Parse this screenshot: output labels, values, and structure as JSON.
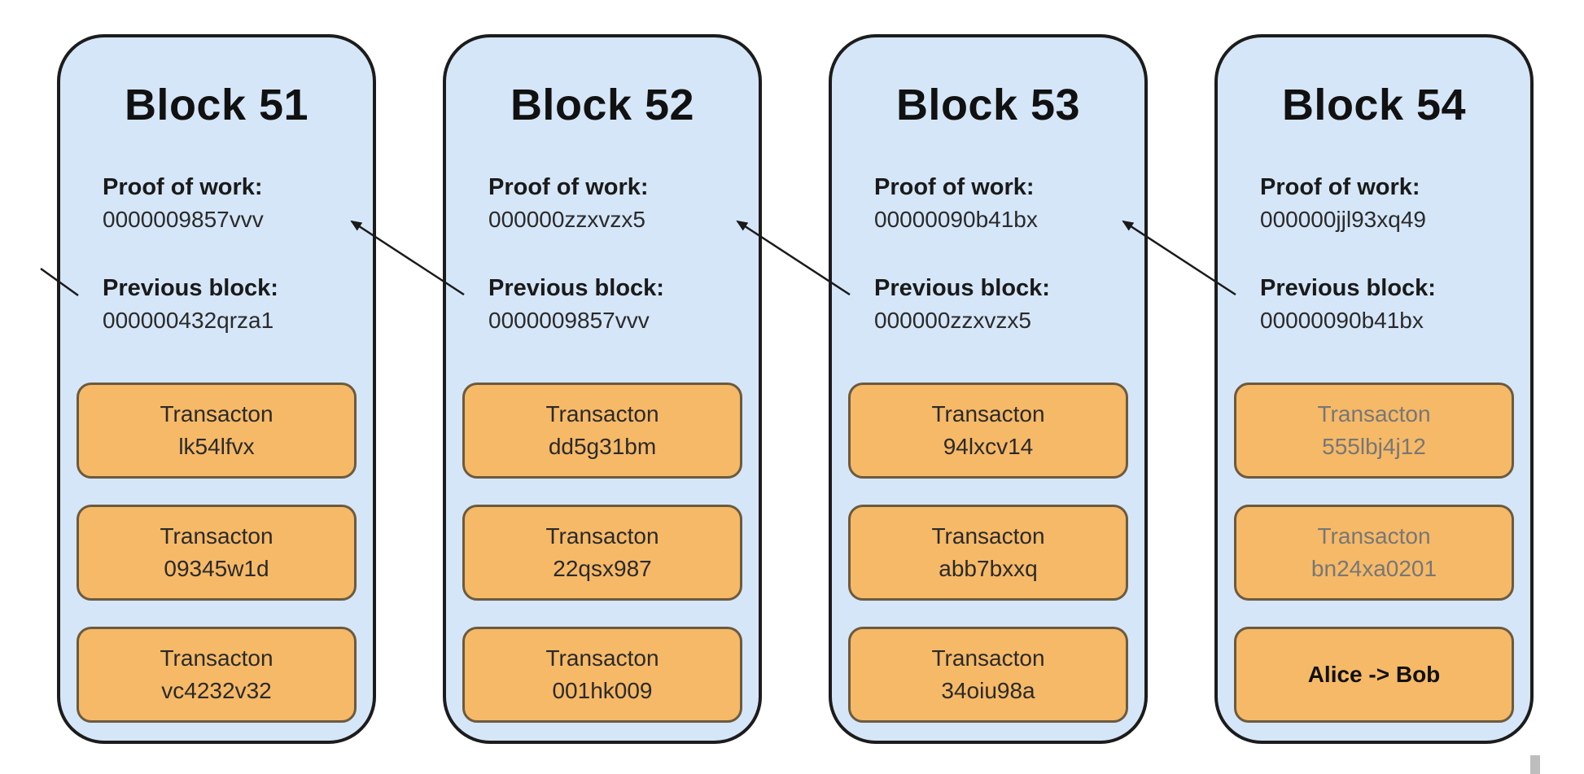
{
  "labels": {
    "pow": "Proof of work:",
    "prev": "Previous block:",
    "tx": "Transacton"
  },
  "colors": {
    "block_fill": "#d5e6f8",
    "block_border": "#1c1c1c",
    "transaction_fill": "#f6b967",
    "transaction_border": "#6b5a3f"
  },
  "blocks": [
    {
      "title": "Block 51",
      "pow": "0000009857vvv",
      "prev": "000000432qrza1",
      "transactions": [
        "lk54lfvx",
        "09345w1d",
        "vc4232v32"
      ]
    },
    {
      "title": "Block 52",
      "pow": "000000zzxvzx5",
      "prev": "0000009857vvv",
      "transactions": [
        "dd5g31bm",
        "22qsx987",
        "001hk009"
      ]
    },
    {
      "title": "Block 53",
      "pow": "00000090b41bx",
      "prev": "000000zzxvzx5",
      "transactions": [
        "94lxcv14",
        "abb7bxxq",
        "34oiu98a"
      ]
    },
    {
      "title": "Block 54",
      "pow": "000000jjl93xq49",
      "prev": "00000090b41bx",
      "transactions": [
        "555lbj4j12",
        "bn24xa0201"
      ],
      "new_transaction": "Alice -> Bob"
    }
  ]
}
